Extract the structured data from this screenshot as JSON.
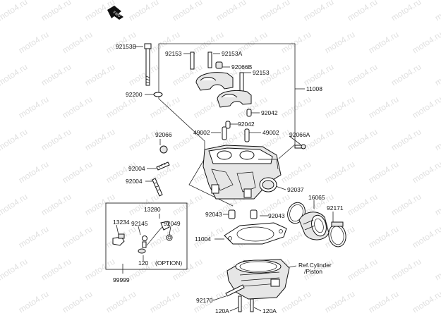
{
  "watermark": "moto4.ru",
  "labels": {
    "p92153B": "92153B",
    "p92153": "92153",
    "p92153A": "92153A",
    "p92066B": "92066B",
    "p92153r": "92153",
    "p11008": "11008",
    "p92200": "92200",
    "p92042a": "92042",
    "p92042b": "92042",
    "p49002a": "49002",
    "p49002b": "49002",
    "p92066": "92066",
    "p92066A": "92066A",
    "p92004a": "92004",
    "p92004b": "92004",
    "p92037": "92037",
    "p16065": "16065",
    "p92171": "92171",
    "p13280": "13280",
    "p13234": "13234",
    "p92145": "92145",
    "p92049": "92049",
    "p120": "120",
    "option": "(OPTION)",
    "p92043a": "92043",
    "p92043b": "92043",
    "p11004": "11004",
    "refCyl1": "Ref.Cylinder",
    "refCyl2": "/Piston",
    "p99999": "99999",
    "p92170": "92170",
    "p120A_l": "120A",
    "p120A_r": "120A"
  },
  "icons": {
    "direction": "fwd-arrow-icon"
  }
}
